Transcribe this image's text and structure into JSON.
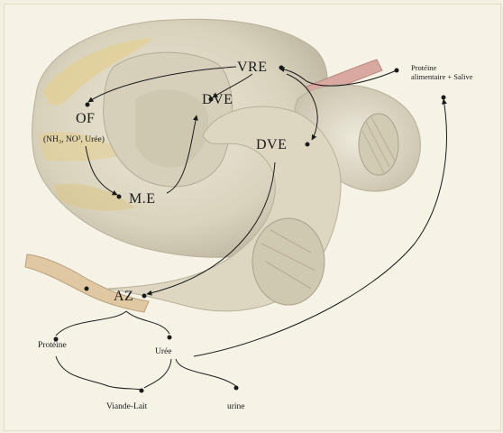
{
  "labels": {
    "vre": "VRE",
    "dve_upper": "DVE",
    "dve_lower": "DVE",
    "of": "OF",
    "of_sub": "(NH₃, NO³, Urée)",
    "me": "M.E",
    "az": "AZ",
    "proteine_diet_line1": "Protéine",
    "proteine_diet_line2": "alimentaire + Salive",
    "proteine": "Protéine",
    "uree": "Urée",
    "viande_lait": "Viande-Lait",
    "urine": "urine"
  },
  "colors": {
    "background": "#f6f2e6",
    "rumen_body": "#e2ddc8",
    "rumen_shadow": "#bdb6a0",
    "tissue_yellow": "#e3cf93",
    "tissue_pink": "#d9a8a0",
    "arrow": "#1a1a1a"
  }
}
